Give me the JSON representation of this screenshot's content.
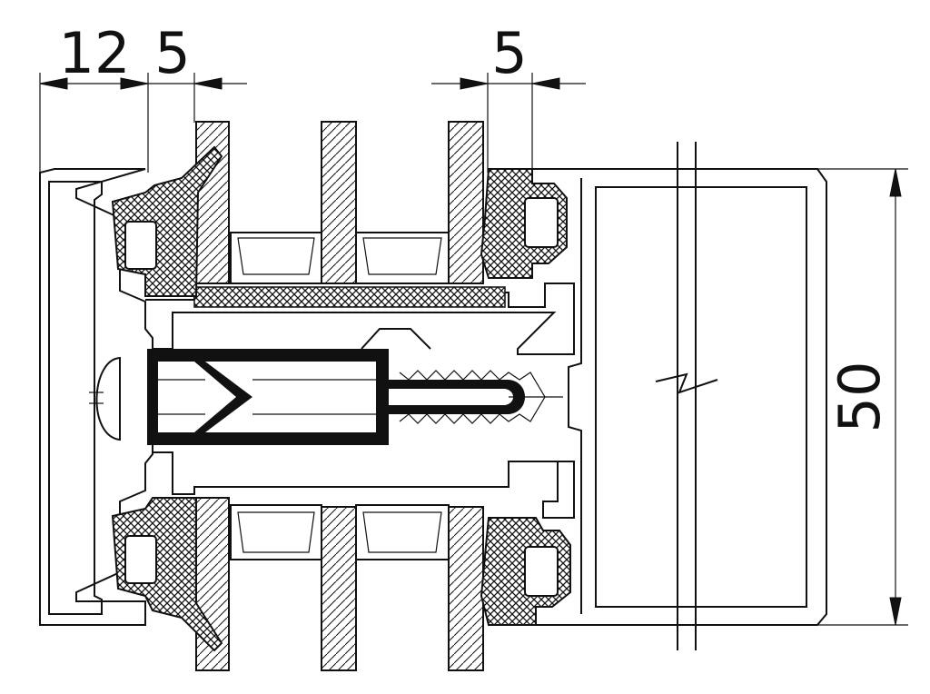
{
  "dimensions": {
    "top_left": "12",
    "top_middle": "5",
    "top_right": "5",
    "right_vertical": "50"
  },
  "colors": {
    "line": "#111111",
    "gasket_hatch": "#111111",
    "background": "#ffffff"
  }
}
